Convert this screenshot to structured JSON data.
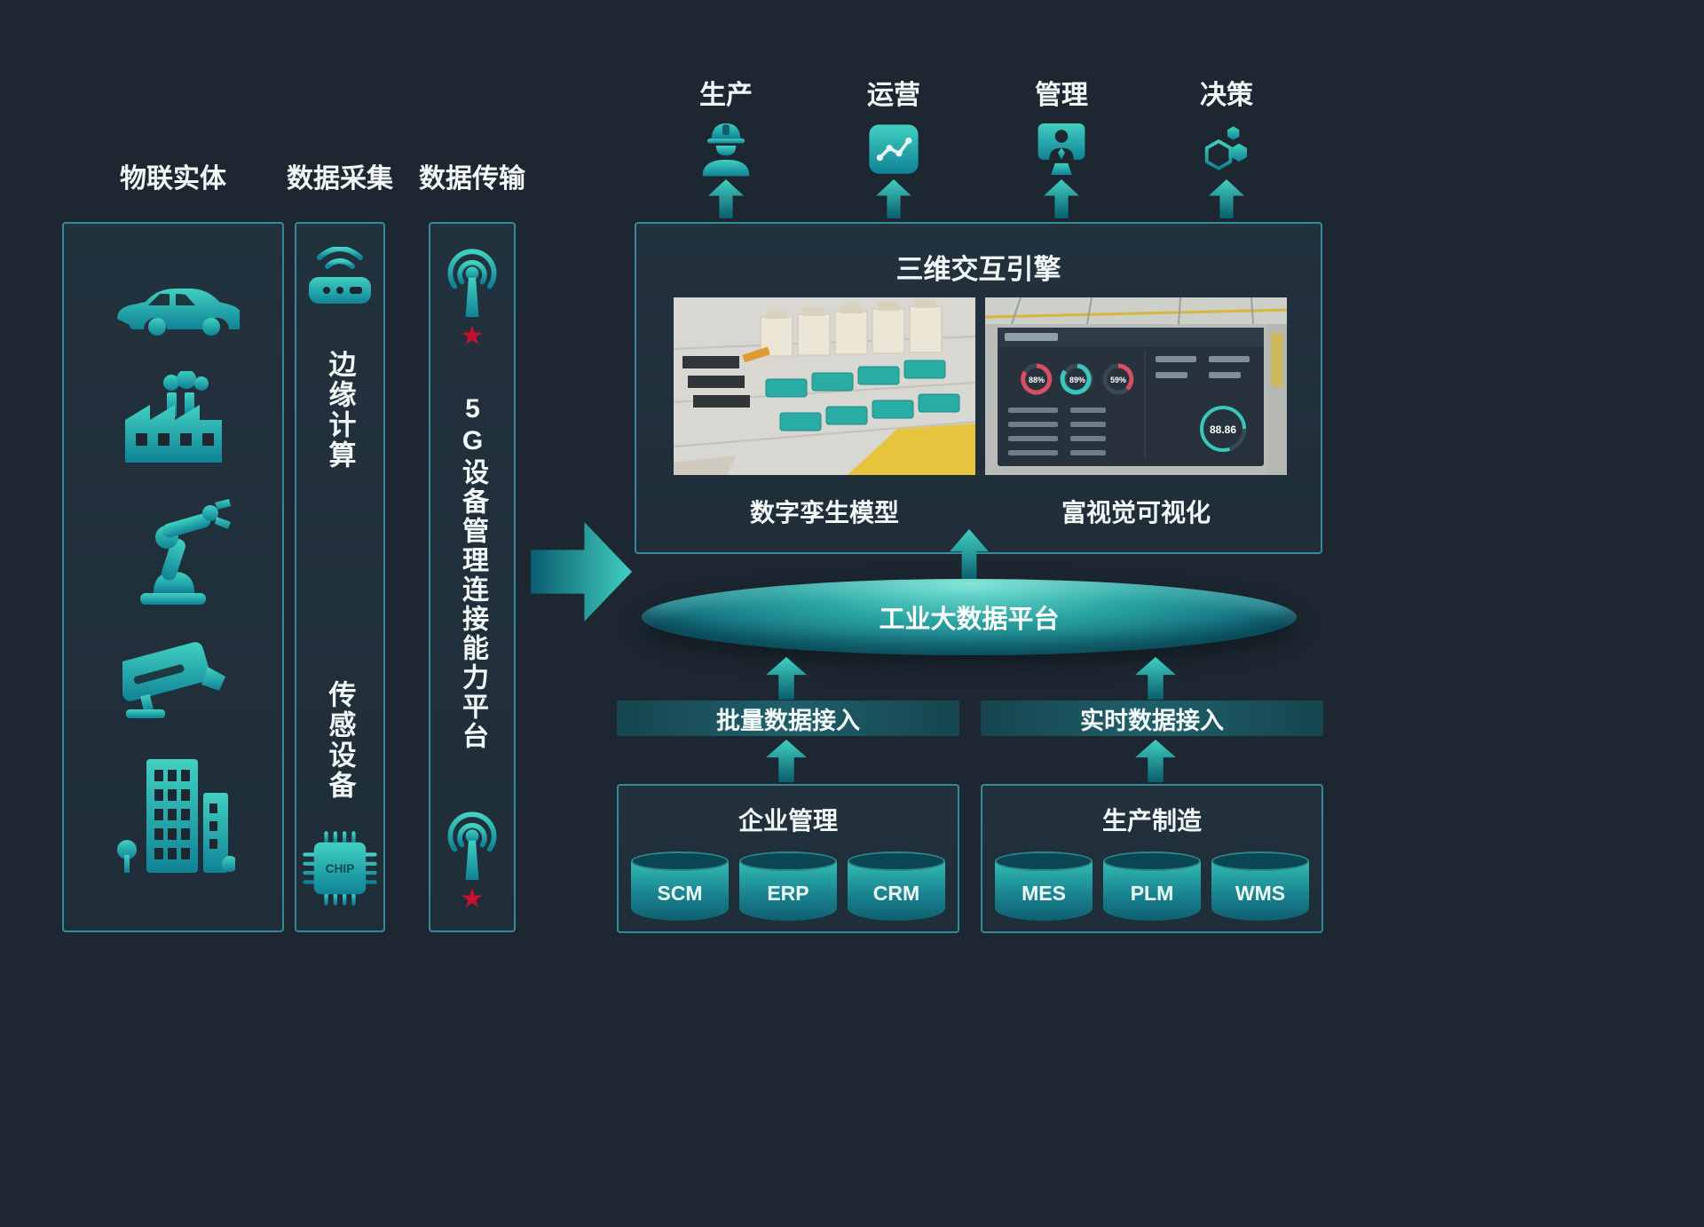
{
  "colors": {
    "background": "#1c2731",
    "accent_teal": "#2bbfb3",
    "panel_border": "#3aa7b8",
    "red_star": "#c8102e",
    "text": "#f2f7f7"
  },
  "icons": {
    "star": "★"
  },
  "left_panel": {
    "columns": [
      {
        "header": "物联实体",
        "icons": [
          "car-icon",
          "factory-icon",
          "robot-arm-icon",
          "cctv-camera-icon",
          "city-buildings-icon"
        ]
      },
      {
        "header": "数据采集",
        "top_icon": "edge-gateway-icon",
        "label_top": "边缘计算",
        "label_bottom": "传感设备",
        "bottom_icon": "chip-icon",
        "chip_label": "CHIP"
      },
      {
        "header": "数据传输",
        "top_icon": "antenna-icon",
        "label": "5G设备管理连接能力平台",
        "bottom_icon": "antenna-icon"
      }
    ]
  },
  "outputs": [
    {
      "label": "生产",
      "icon": "worker-icon"
    },
    {
      "label": "运营",
      "icon": "operations-chart-icon"
    },
    {
      "label": "管理",
      "icon": "manager-screen-icon"
    },
    {
      "label": "决策",
      "icon": "decision-hexagons-icon"
    }
  ],
  "engine": {
    "title": "三维交互引擎",
    "left_caption": "数字孪生模型",
    "right_caption": "富视觉可视化",
    "dashboard": {
      "gauges": [
        "88%",
        "89%",
        "59%"
      ],
      "kpi": "88.86"
    }
  },
  "platform": {
    "label": "工业大数据平台"
  },
  "ingest": {
    "batch": "批量数据接入",
    "realtime": "实时数据接入"
  },
  "sources": [
    {
      "title": "企业管理",
      "systems": [
        "SCM",
        "ERP",
        "CRM"
      ]
    },
    {
      "title": "生产制造",
      "systems": [
        "MES",
        "PLM",
        "WMS"
      ]
    }
  ]
}
